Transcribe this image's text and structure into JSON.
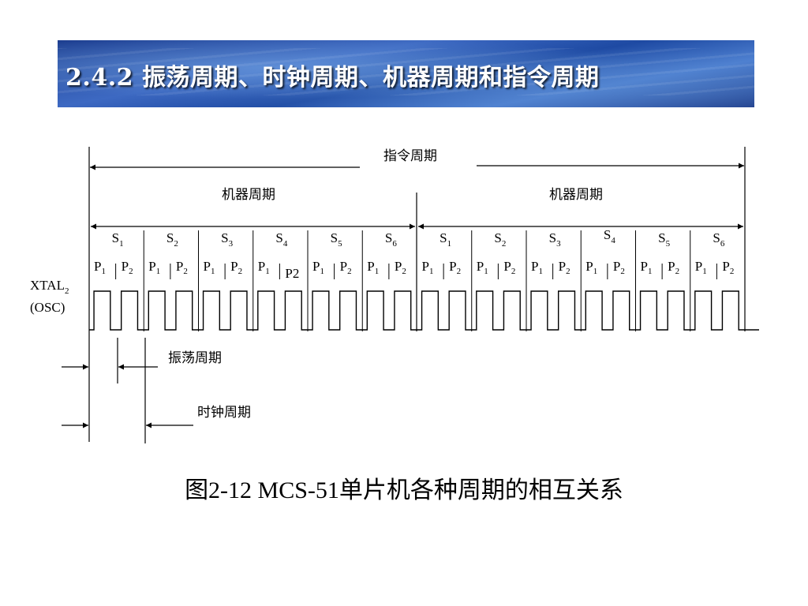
{
  "title": "2.4.2 振荡周期、时钟周期、机器周期和指令周期",
  "diagram": {
    "instruction_cycle_label": "指令周期",
    "machine_cycle_labels": [
      "机器周期",
      "机器周期"
    ],
    "states": [
      {
        "main": "S",
        "sub": "1"
      },
      {
        "main": "S",
        "sub": "2"
      },
      {
        "main": "S",
        "sub": "3"
      },
      {
        "main": "S",
        "sub": "4"
      },
      {
        "main": "S",
        "sub": "5"
      },
      {
        "main": "S",
        "sub": "6"
      },
      {
        "main": "S",
        "sub": "1"
      },
      {
        "main": "S",
        "sub": "2"
      },
      {
        "main": "S",
        "sub": "3"
      },
      {
        "main": "S",
        "sub": "4"
      },
      {
        "main": "S",
        "sub": "5"
      },
      {
        "main": "S",
        "sub": "6"
      }
    ],
    "phases": [
      {
        "main": "P",
        "sub": "1"
      },
      {
        "main": "P",
        "sub": "2"
      },
      {
        "main": "P",
        "sub": "1"
      },
      {
        "main": "P",
        "sub": "2"
      },
      {
        "main": "P",
        "sub": "1"
      },
      {
        "main": "P",
        "sub": "2"
      },
      {
        "main": "P",
        "sub": "1"
      },
      {
        "main": "P2",
        "sub": ""
      },
      {
        "main": "P",
        "sub": "1"
      },
      {
        "main": "P",
        "sub": "2"
      },
      {
        "main": "P",
        "sub": "1"
      },
      {
        "main": "P",
        "sub": "2"
      },
      {
        "main": "P",
        "sub": "1"
      },
      {
        "main": "P",
        "sub": "2"
      },
      {
        "main": "P",
        "sub": "1"
      },
      {
        "main": "P",
        "sub": "2"
      },
      {
        "main": "P",
        "sub": "1"
      },
      {
        "main": "P",
        "sub": "2"
      },
      {
        "main": "P",
        "sub": "1"
      },
      {
        "main": "P",
        "sub": "2"
      },
      {
        "main": "P",
        "sub": "1"
      },
      {
        "main": "P",
        "sub": "2"
      },
      {
        "main": "P",
        "sub": "1"
      },
      {
        "main": "P",
        "sub": "2"
      }
    ],
    "xtal_label": {
      "main": "XTAL",
      "sub": "2"
    },
    "osc_label": "(OSC)",
    "oscillation_period_label": "振荡周期",
    "clock_period_label": "时钟周期"
  },
  "caption": "图2-12  MCS-51单片机各种周期的相互关系"
}
